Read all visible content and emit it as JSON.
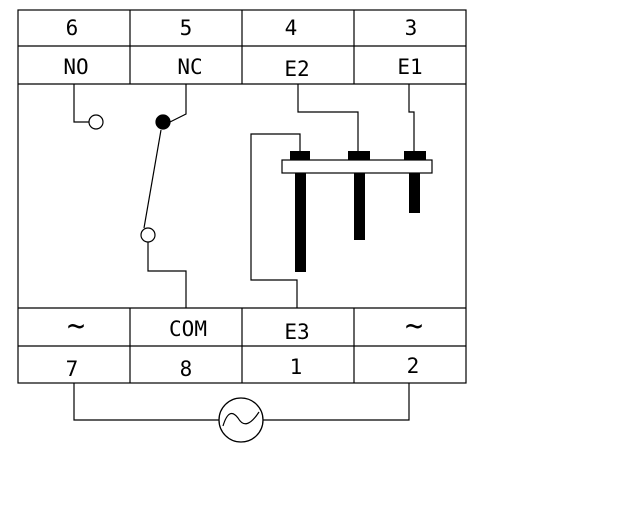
{
  "top_terminals": {
    "numbers": [
      "6",
      "5",
      "4",
      "3"
    ],
    "labels": [
      "NO",
      "NC",
      "E2",
      "E1"
    ]
  },
  "bottom_terminals": {
    "labels": [
      "~",
      "COM",
      "E3",
      "~"
    ],
    "numbers": [
      "7",
      "8",
      "1",
      "2"
    ]
  },
  "icons": {
    "supply": "ac-source-icon",
    "contact": "changeover-switch-icon",
    "probes": "electrode-probes-icon"
  }
}
